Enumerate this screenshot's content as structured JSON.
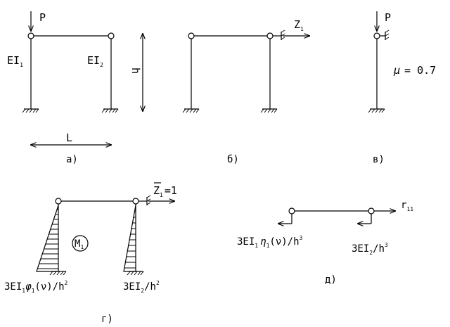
{
  "panel_a": {
    "load": "P",
    "stiffness_left": "EI",
    "stiffness_left_sub": "1",
    "stiffness_right": "EI",
    "stiffness_right_sub": "2",
    "height": "h",
    "span": "L",
    "caption": "а)"
  },
  "panel_b": {
    "displacement": "Z",
    "displacement_sub": "1",
    "caption": "б)"
  },
  "panel_v": {
    "load": "P",
    "mu_symbol": "μ",
    "mu_value": "= 0.7",
    "caption": "в)"
  },
  "panel_g": {
    "unit_displacement": "Z",
    "unit_displacement_sub": "1",
    "unit_value": "=1",
    "moment_label": "M",
    "moment_label_sub": "1",
    "left_value": "3EI",
    "left_value_sub1": "1",
    "left_phi": "φ",
    "left_phi_sub": "1",
    "left_arg": "(ν)/h",
    "left_exp": "2",
    "right_value": "3EI",
    "right_value_sub": "2",
    "right_rest": "/h",
    "right_exp": "2",
    "caption": "г)"
  },
  "panel_d": {
    "reaction": "r",
    "reaction_sub": "11",
    "left_force": "3EI",
    "left_force_sub1": "1",
    "left_eta": "η",
    "left_eta_sub": "1",
    "left_arg": "(ν)/h",
    "left_exp": "3",
    "right_force": "3EI",
    "right_force_sub": "2",
    "right_rest": "/h",
    "right_exp": "3",
    "caption": "д)"
  }
}
